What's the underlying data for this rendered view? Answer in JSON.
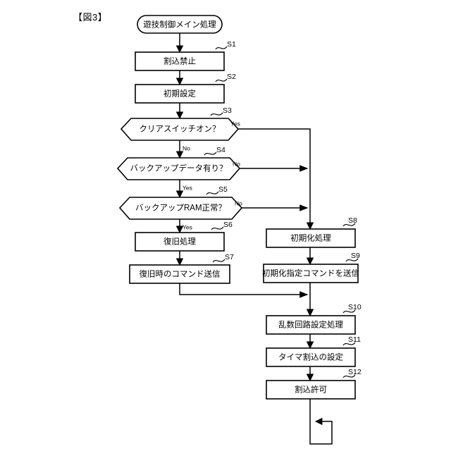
{
  "figure": {
    "label": "【図3】",
    "title": "遊技制御メイン処理"
  },
  "diagram": {
    "type": "flowchart",
    "orientation": "top-to-bottom",
    "terminal": {
      "name": "start-terminal",
      "text": "遊技制御メイン処理"
    },
    "nodes": [
      {
        "id": "S1",
        "shape": "process",
        "text": "割込禁止",
        "step": "S1"
      },
      {
        "id": "S2",
        "shape": "process",
        "text": "初期設定",
        "step": "S2"
      },
      {
        "id": "S3",
        "shape": "decision",
        "text": "クリアスイッチオン？",
        "step": "S3"
      },
      {
        "id": "S4",
        "shape": "decision",
        "text": "バックアップデータ有り？",
        "step": "S4"
      },
      {
        "id": "S5",
        "shape": "decision",
        "text": "バックアップRAM正常？",
        "step": "S5"
      },
      {
        "id": "S6",
        "shape": "process",
        "text": "復旧処理",
        "step": "S6"
      },
      {
        "id": "S7",
        "shape": "process",
        "text": "復旧時のコマンド送信",
        "step": "S7"
      },
      {
        "id": "S8",
        "shape": "process",
        "text": "初期化処理",
        "step": "S8"
      },
      {
        "id": "S9",
        "shape": "process",
        "text": "初期化指定コマンドを送信",
        "step": "S9"
      },
      {
        "id": "S10",
        "shape": "process",
        "text": "乱数回路設定処理",
        "step": "S10"
      },
      {
        "id": "S11",
        "shape": "process",
        "text": "タイマ割込の設定",
        "step": "S11"
      },
      {
        "id": "S12",
        "shape": "process",
        "text": "割込許可",
        "step": "S12"
      }
    ],
    "edge_labels": [
      {
        "id": "s3-yes",
        "text": "Yes",
        "from": "S3",
        "to": "S8"
      },
      {
        "id": "s3-no",
        "text": "No",
        "from": "S3",
        "to": "S4"
      },
      {
        "id": "s4-no",
        "text": "No",
        "from": "S4",
        "to": "S8"
      },
      {
        "id": "s4-yes",
        "text": "Yes",
        "from": "S4",
        "to": "S5"
      },
      {
        "id": "s5-no",
        "text": "No",
        "from": "S5",
        "to": "S8"
      },
      {
        "id": "s5-yes",
        "text": "Yes",
        "from": "S5",
        "to": "S6"
      }
    ],
    "loop": {
      "name": "infinite-loop",
      "from": "S12",
      "description": "ループ"
    },
    "colors": {
      "stroke": "#000000",
      "fill": "#ffffff",
      "background": "#ffffff"
    }
  }
}
